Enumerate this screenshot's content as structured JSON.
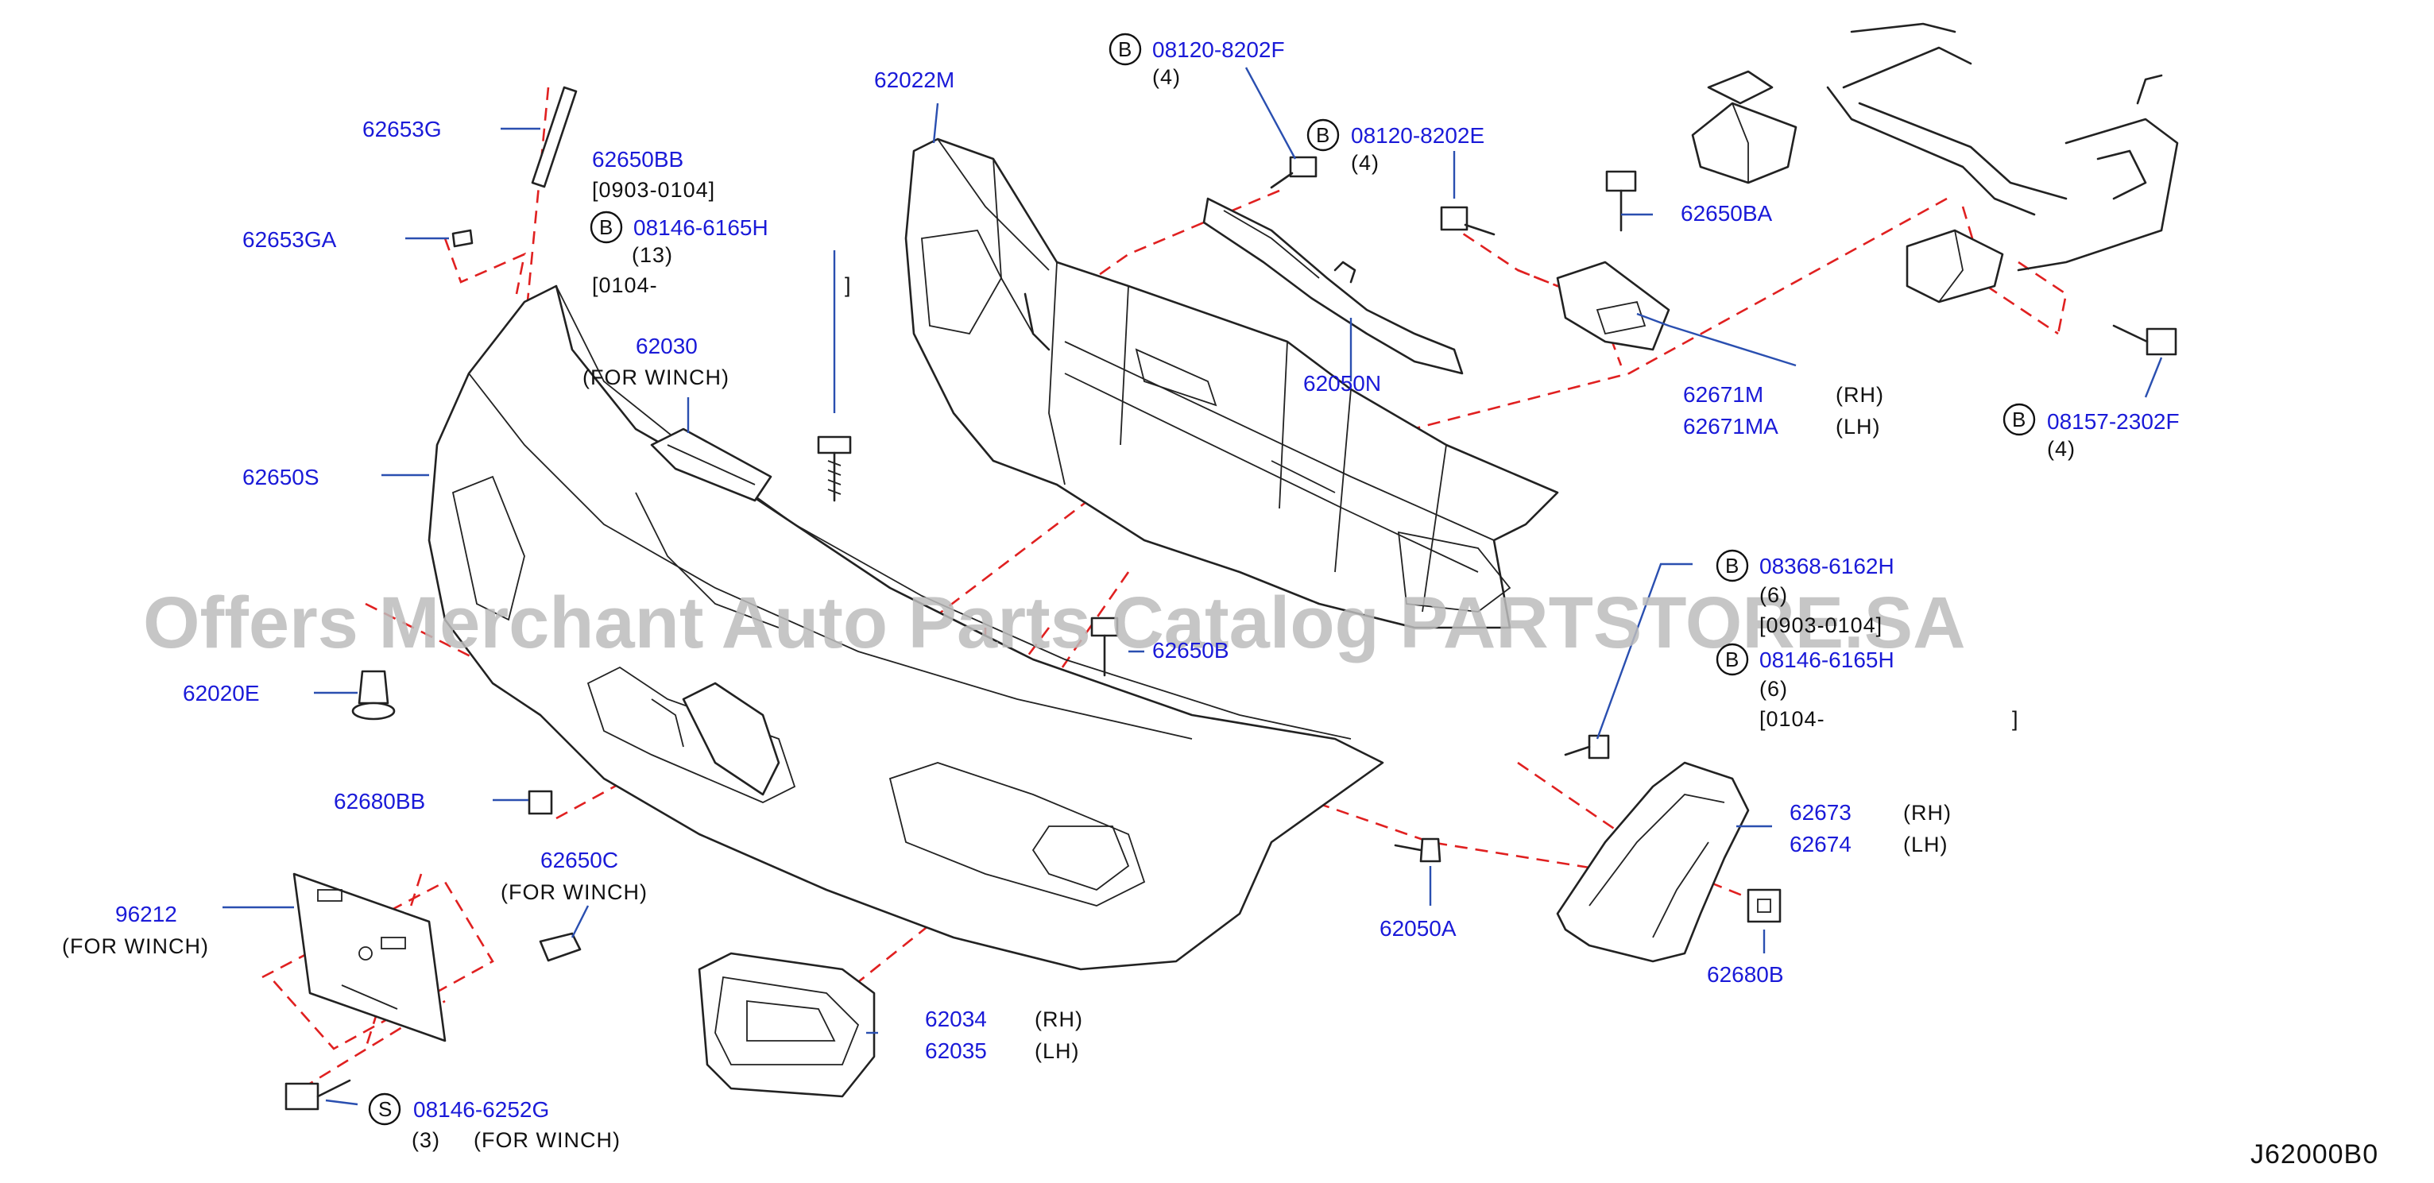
{
  "diagram": {
    "watermark": "Offers Merchant Auto Parts Catalog PARTSTORE.SA",
    "drawing_code": "J62000B0",
    "callouts": [
      {
        "id": "c_62653G",
        "part": "62653G"
      },
      {
        "id": "c_62650BB",
        "part": "62650BB",
        "note1": "[0903-0104]"
      },
      {
        "id": "c_08146_6165H_a",
        "badge": "B",
        "part": "08146-6165H",
        "note1": "(13)",
        "note2": "[0104-",
        "note3": "]"
      },
      {
        "id": "c_62653GA",
        "part": "62653GA"
      },
      {
        "id": "c_62030",
        "part": "62030",
        "note1": "(FOR   WINCH)"
      },
      {
        "id": "c_62650S",
        "part": "62650S"
      },
      {
        "id": "c_62022M",
        "part": "62022M"
      },
      {
        "id": "c_08120_8202F",
        "badge": "B",
        "part": "08120-8202F",
        "note1": "(4)"
      },
      {
        "id": "c_08120_8202E",
        "badge": "B",
        "part": "08120-8202E",
        "note1": "(4)"
      },
      {
        "id": "c_62650BA",
        "part": "62650BA"
      },
      {
        "id": "c_62050N",
        "part": "62050N"
      },
      {
        "id": "c_62671M",
        "part": "62671M",
        "side": "(RH)"
      },
      {
        "id": "c_62671MA",
        "part": "62671MA",
        "side": "(LH)"
      },
      {
        "id": "c_08157_2302F",
        "badge": "B",
        "part": "08157-2302F",
        "note1": "(4)"
      },
      {
        "id": "c_08368_6162H",
        "badge": "B",
        "part": "08368-6162H",
        "note1": "(6)",
        "note2": "[0903-0104]"
      },
      {
        "id": "c_08146_6165H_b",
        "badge": "B",
        "part": "08146-6165H",
        "note1": "(6)",
        "note2": "[0104-",
        "note3": "]"
      },
      {
        "id": "c_62020E",
        "part": "62020E"
      },
      {
        "id": "c_62650B",
        "part": "62650B"
      },
      {
        "id": "c_62680BB",
        "part": "62680BB"
      },
      {
        "id": "c_62650C",
        "part": "62650C",
        "note1": "(FOR   WINCH)"
      },
      {
        "id": "c_96212",
        "part": "96212",
        "note1": "(FOR   WINCH)"
      },
      {
        "id": "c_62673",
        "part": "62673",
        "side": "(RH)"
      },
      {
        "id": "c_62674",
        "part": "62674",
        "side": "(LH)"
      },
      {
        "id": "c_62050A",
        "part": "62050A"
      },
      {
        "id": "c_62680B",
        "part": "62680B"
      },
      {
        "id": "c_62034",
        "part": "62034",
        "side": "(RH)"
      },
      {
        "id": "c_62035",
        "part": "62035",
        "side": "(LH)"
      },
      {
        "id": "c_08146_6252G",
        "badge": "S",
        "part": "08146-6252G",
        "note1": "(3)",
        "note2": "(FOR   WINCH)"
      }
    ]
  }
}
